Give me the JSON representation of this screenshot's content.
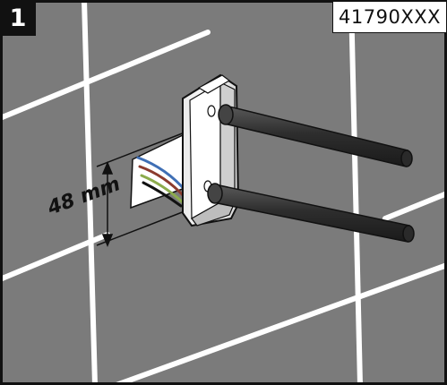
{
  "step": {
    "number": "1"
  },
  "product": {
    "code": "41790XXX"
  },
  "dimension": {
    "label": "48 mm"
  },
  "icons": {
    "frame": "illustration-frame",
    "grab_bar": "grab-bar-bracket",
    "wires": "electrical-wires",
    "dimension": "dimension-arrow"
  },
  "colors": {
    "wall": "#7b7b7b",
    "grout": "#ffffff",
    "bracket": "#ffffff",
    "rod": "#3d3d3d",
    "wire_blue": "#3f6fb5",
    "wire_brown": "#8b3b2e",
    "wire_green": "#8cab4c",
    "outline": "#111111"
  }
}
